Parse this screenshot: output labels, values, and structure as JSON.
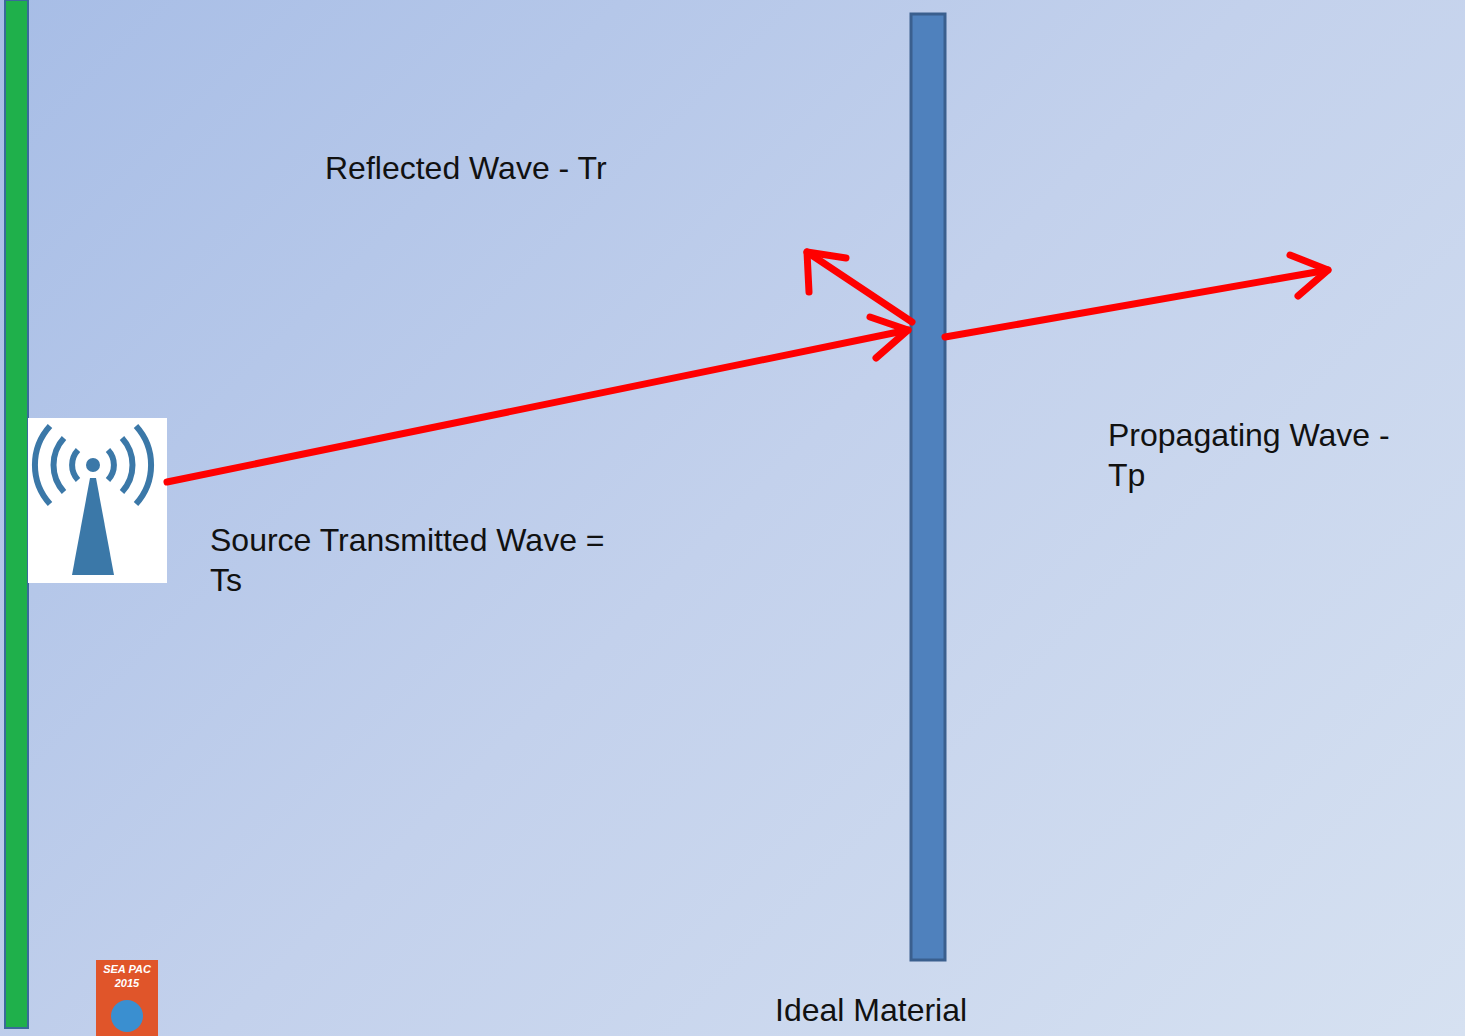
{
  "diagram": {
    "labels": [
      "Reflected Wave - Tr",
      "Propagating Wave - Tp",
      "Source Transmitted Wave = Ts",
      "Ideal Material",
      "SEA PAC",
      "2015"
    ]
  }
}
